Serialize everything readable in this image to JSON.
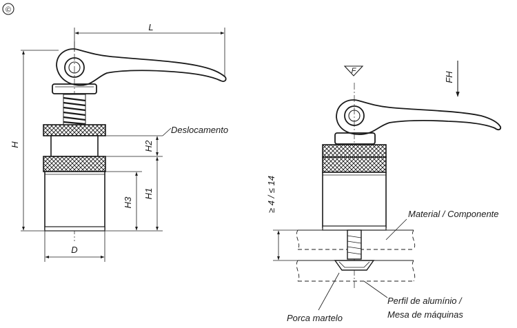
{
  "diagram": {
    "copyright_symbol": "©",
    "dimensions": {
      "L": "L",
      "H": "H",
      "H1": "H1",
      "H2": "H2",
      "H3": "H3",
      "D": "D",
      "F": "F",
      "FH": "FH",
      "stroke_range": "≥ 4 / ≤ 14"
    },
    "labels": {
      "displacement": "Deslocamento",
      "material": "Material / Componente",
      "profile_line1": "Perfil de alumínio /",
      "profile_line2": "Mesa de máquinas",
      "nut": "Porca martelo"
    }
  }
}
